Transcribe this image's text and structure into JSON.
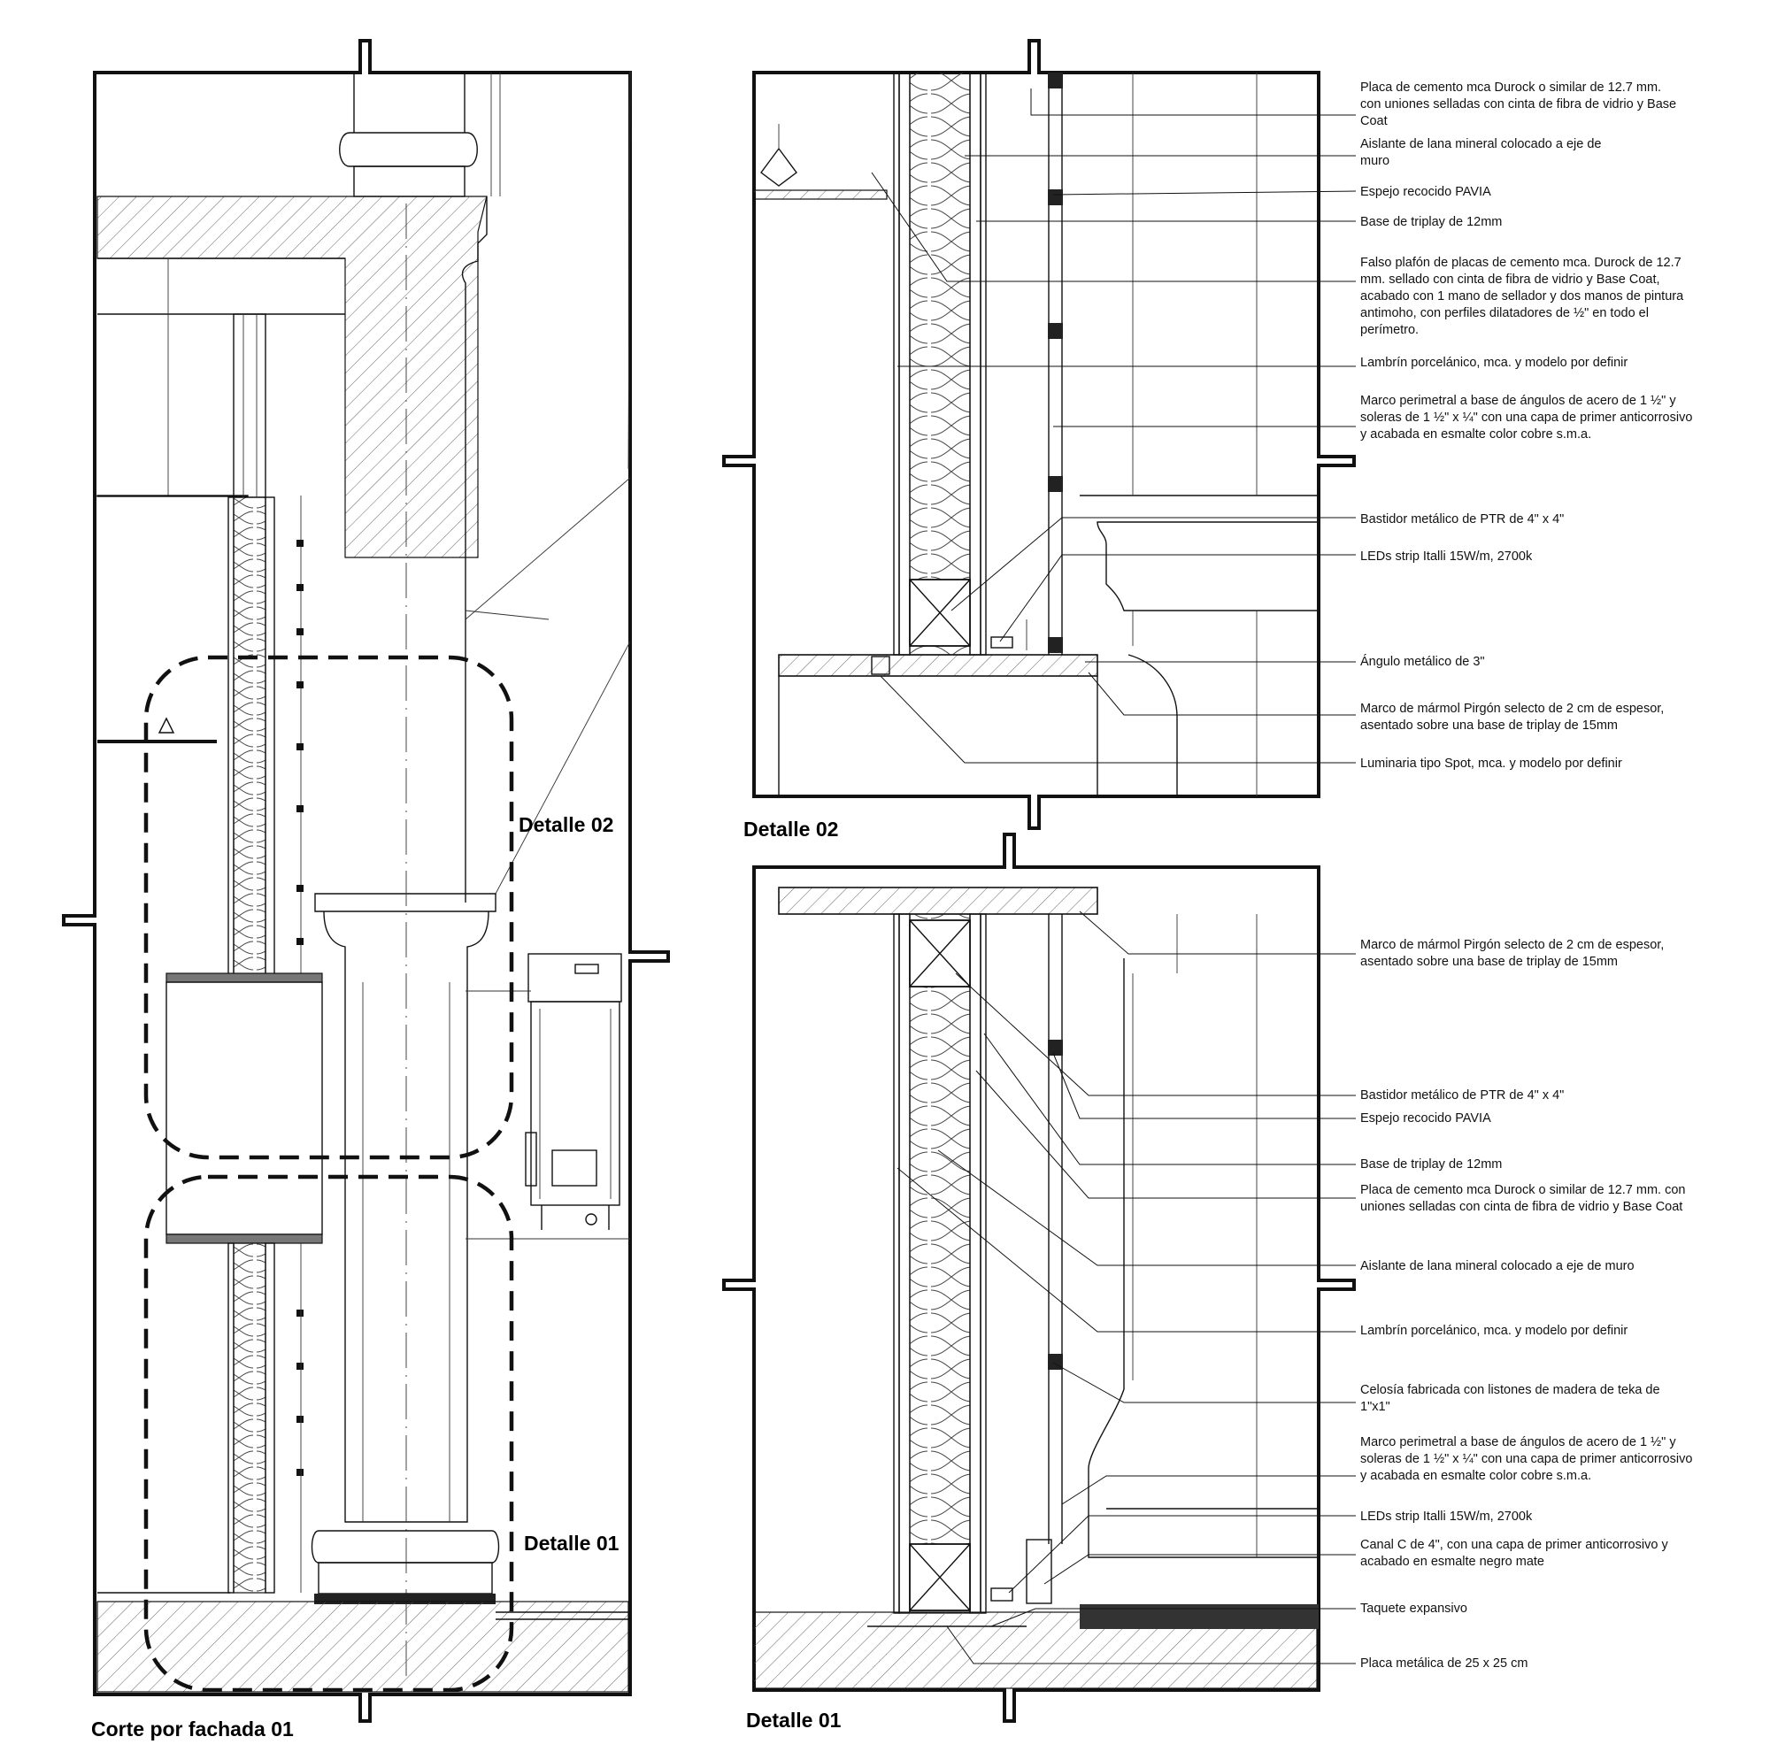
{
  "titles": {
    "corte": "Corte por fachada 01",
    "detalle02": "Detalle 02",
    "detalle01": "Detalle 01",
    "callout02": "Detalle 02",
    "callout01": "Detalle 01"
  },
  "notes_detalle02": [
    [
      "Placa de cemento mca Durock o similar de  12.7 mm.",
      "con uniones selladas con cinta de fibra de vidrio y Base",
      "Coat"
    ],
    [
      "Aislante de lana mineral colocado a eje de",
      "muro"
    ],
    [
      "Espejo recocido PAVIA"
    ],
    [
      "Base de triplay de 12mm"
    ],
    [
      "Falso plafón de placas de cemento mca. Durock de 12.7",
      "mm. sellado con cinta de fibra de vidrio y Base Coat,",
      "acabado con 1 mano de sellador y dos manos de pintura",
      "antimoho, con perfiles dilatadores de ½\" en todo el",
      "perímetro."
    ],
    [
      "Lambrín porcelánico, mca. y modelo por definir"
    ],
    [
      "Marco perimetral a base de ángulos de acero de 1 ½\" y",
      "soleras de 1 ½\" x ¼\" con una capa de primer anticorrosivo",
      "y acabada en esmalte color cobre s.m.a."
    ],
    [
      "Bastidor metálico de PTR de 4\" x 4\""
    ],
    [
      "LEDs strip Italli 15W/m, 2700k"
    ],
    [
      "Ángulo metálico de 3\""
    ],
    [
      "Marco de mármol Pirgón selecto de 2 cm de espesor,",
      "asentado sobre una base de triplay de 15mm"
    ],
    [
      "Luminaria tipo Spot, mca. y modelo por definir"
    ]
  ],
  "notes_detalle01": [
    [
      "Marco de mármol Pirgón selecto de 2 cm de espesor,",
      "asentado sobre una base de triplay de 15mm"
    ],
    [
      "Bastidor metálico de PTR de 4\" x 4\""
    ],
    [
      "Espejo recocido PAVIA"
    ],
    [
      "Base de triplay de 12mm"
    ],
    [
      "Placa de cemento mca Durock o similar de  12.7 mm. con",
      "uniones selladas con cinta de fibra de vidrio y Base Coat"
    ],
    [
      "Aislante de lana mineral colocado a eje de muro"
    ],
    [
      "Lambrín porcelánico, mca. y modelo por definir"
    ],
    [
      "Celosía fabricada con listones de madera de teka de",
      "1\"x1\""
    ],
    [
      "Marco perimetral a base de ángulos de acero de 1 ½\" y",
      "soleras de 1 ½\" x ¼\" con una capa de primer anticorrosivo",
      "y acabada en esmalte color cobre s.m.a."
    ],
    [
      "LEDs strip Italli 15W/m, 2700k"
    ],
    [
      "Canal C de 4\", con una capa de primer anticorrosivo y",
      "acabado en esmalte negro mate"
    ],
    [
      "Taquete expansivo"
    ],
    [
      "Placa metálica de 25 x 25 cm"
    ]
  ]
}
